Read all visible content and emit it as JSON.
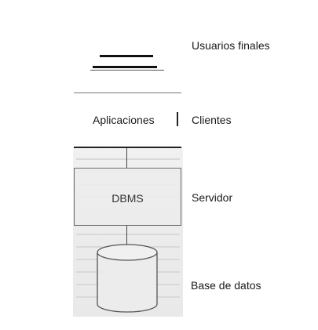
{
  "layers": {
    "users": "Usuarios finales",
    "clients_left": "Aplicaciones",
    "clients_right": "Clientes",
    "server": "Servidor",
    "database": "Base de datos"
  },
  "dbms_label": "DBMS"
}
